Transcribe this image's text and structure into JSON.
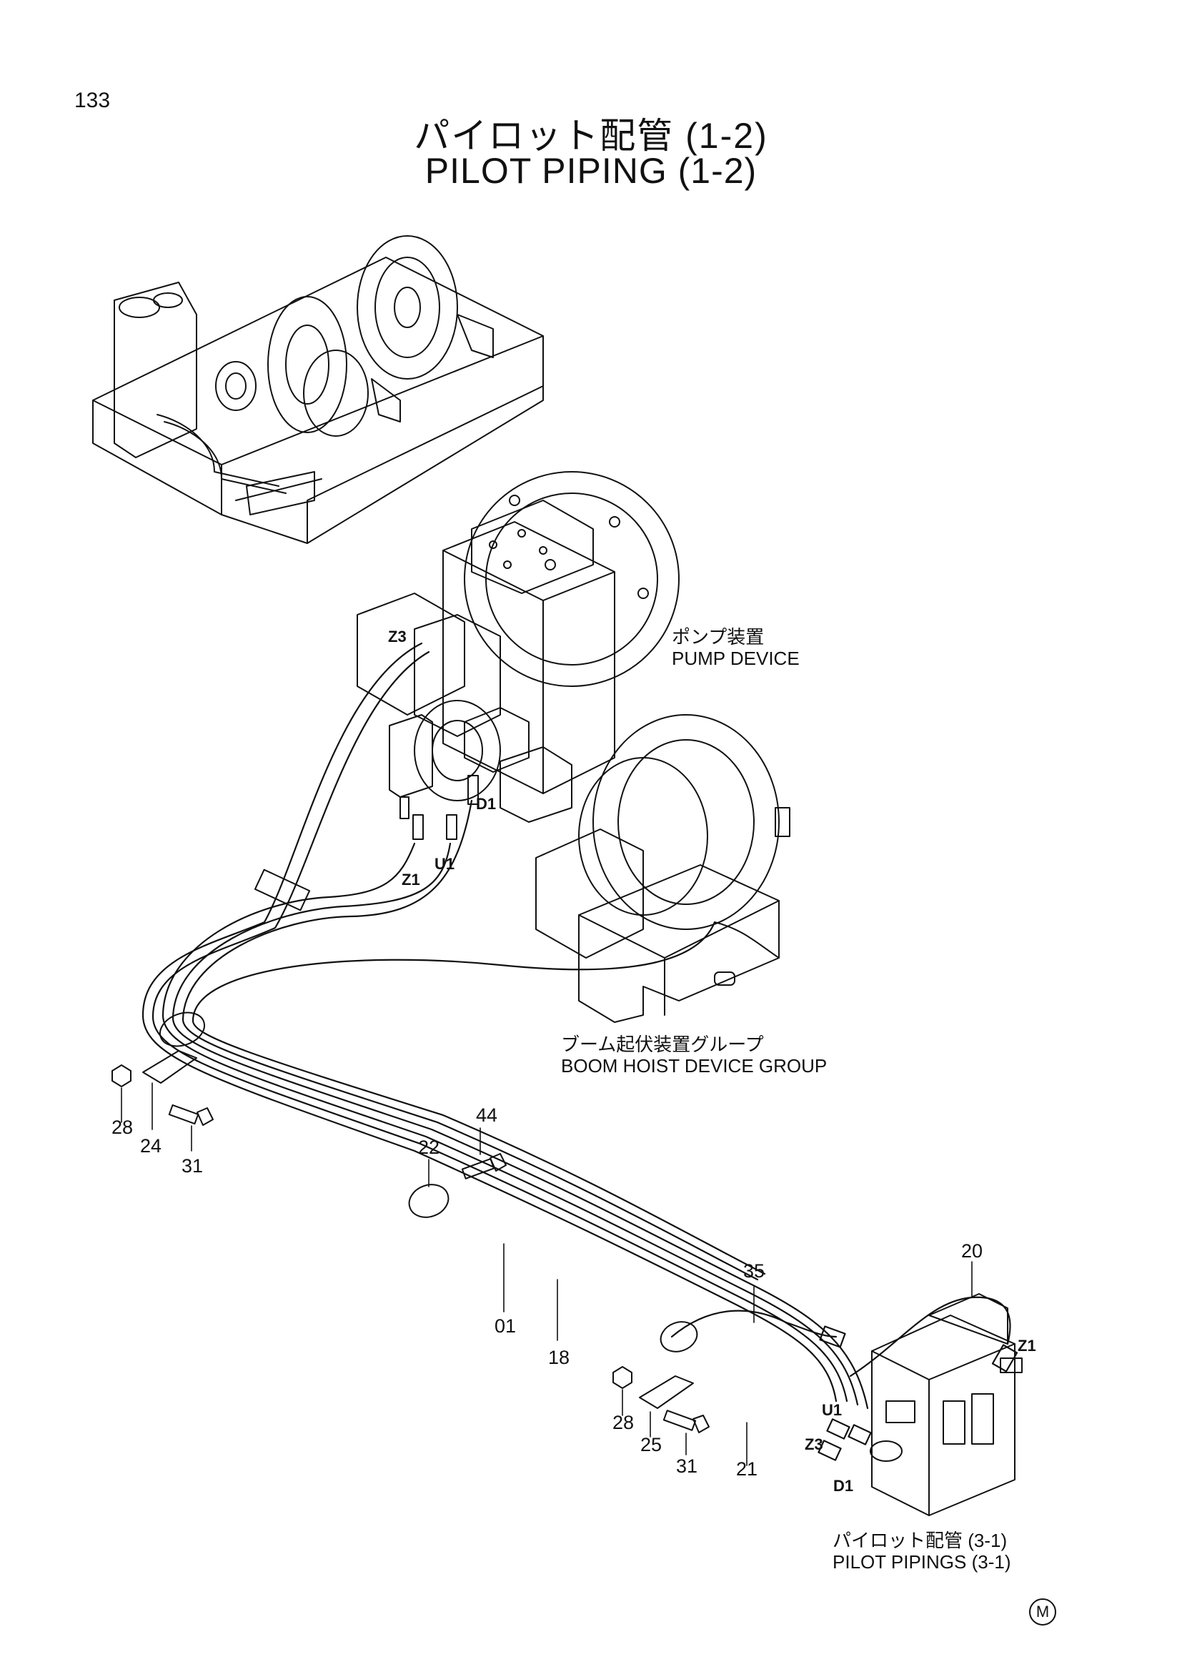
{
  "page": {
    "number": "133"
  },
  "title": {
    "ja": "パイロット配管 (1-2)",
    "en": "PILOT PIPING (1-2)"
  },
  "labels": {
    "pump_device": {
      "ja": "ポンプ装置",
      "en": "PUMP DEVICE"
    },
    "boom_hoist": {
      "ja": "ブーム起伏装置グループ",
      "en": "BOOM HOIST DEVICE GROUP"
    },
    "pilot_pipings": {
      "ja": "パイロット配管 (3-1)",
      "en": "PILOT PIPINGS (3-1)"
    }
  },
  "callouts": [
    "44",
    "22",
    "28",
    "24",
    "31",
    "01",
    "18",
    "35",
    "20",
    "28",
    "25",
    "31",
    "21"
  ],
  "ports": [
    "Z3",
    "D1",
    "Z1",
    "U1",
    "Z1",
    "U1",
    "Z3",
    "D1"
  ],
  "mark": "M"
}
